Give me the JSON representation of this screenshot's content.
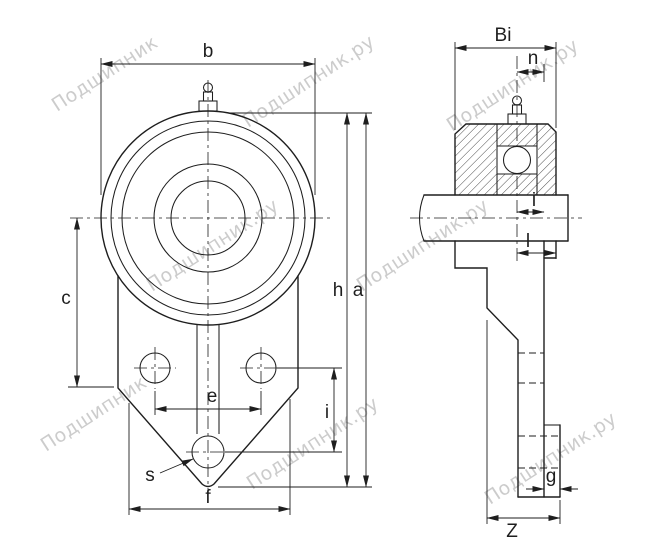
{
  "colors": {
    "line": "#1e1e1e",
    "watermark": "#c7c7c7",
    "background": "#ffffff"
  },
  "watermark": {
    "full": "Подшипник.ру",
    "short": "Подшипник"
  },
  "front_view": {
    "dim_b": "b",
    "dim_c": "c",
    "dim_h": "h",
    "dim_a": "a",
    "dim_e": "e",
    "dim_i": "i",
    "dim_s": "s",
    "dim_f": "f"
  },
  "side_view": {
    "dim_bi": "Bi",
    "dim_n": "n",
    "dim_i": "i",
    "dim_l": "l",
    "dim_g": "g",
    "dim_z": "Z"
  }
}
